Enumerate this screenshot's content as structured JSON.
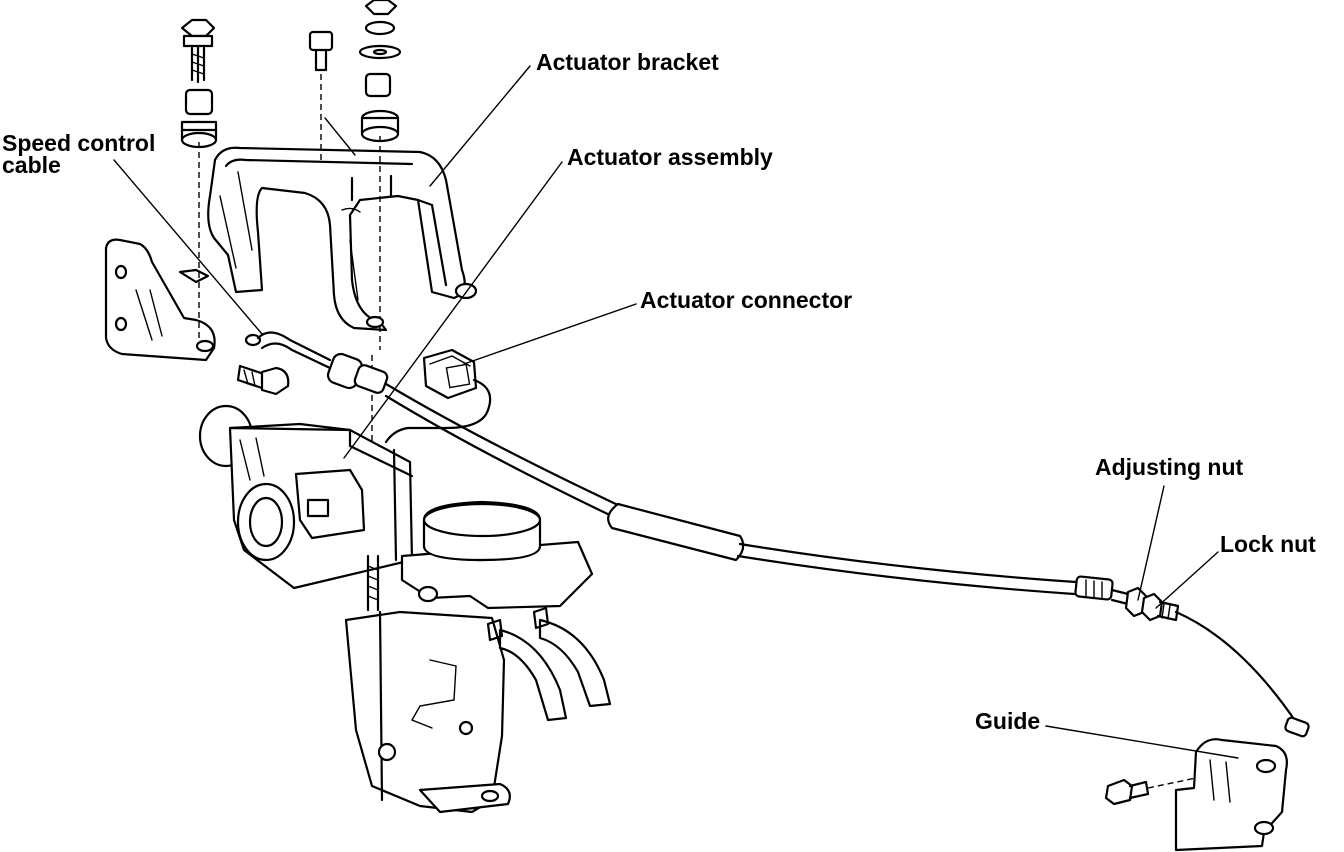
{
  "labels": {
    "actuator_bracket": "Actuator bracket",
    "speed_control_cable_line1": "Speed control",
    "speed_control_cable_line2": "cable",
    "actuator_assembly": "Actuator assembly",
    "actuator_connector": "Actuator connector",
    "adjusting_nut": "Adjusting nut",
    "lock_nut": "Lock nut",
    "guide": "Guide"
  },
  "colors": {
    "line": "#000000",
    "background": "#ffffff"
  }
}
